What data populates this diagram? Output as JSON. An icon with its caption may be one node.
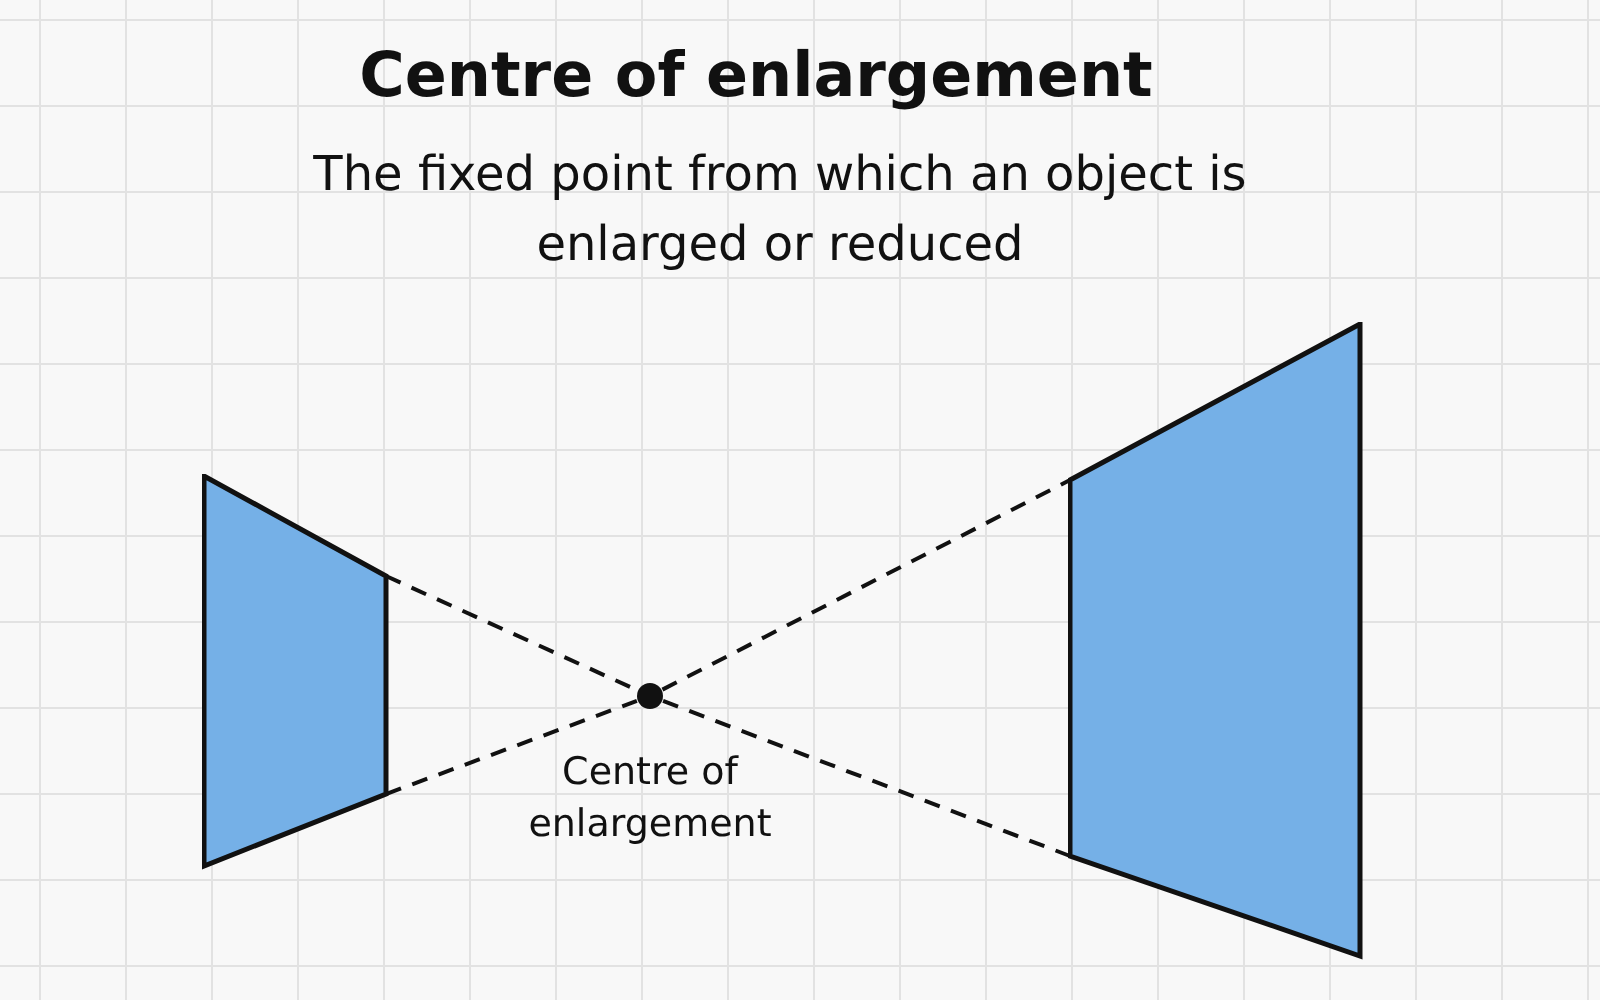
{
  "diagram": {
    "title": "Centre of enlargement",
    "nodes": [
      {
        "text": [],
        "shape": "box"
      },
      {
        "text": [],
        "shape": "circle",
        "beside": [
          "Centre of enlargement"
        ]
      },
      {
        "text": [],
        "shape": "box"
      }
    ],
    "edges": [
      {
        "from": 0,
        "to": 1,
        "arrow": "none",
        "style": "dashed"
      },
      {
        "from": 1,
        "to": 2,
        "arrow": "none",
        "style": "dashed"
      },
      {
        "from": 0,
        "to": 1,
        "arrow": "none",
        "style": "dashed"
      },
      {
        "from": 1,
        "to": 2,
        "arrow": "none",
        "style": "dashed"
      }
    ],
    "labels": [
      "The fixed point from which an object is enlarged or reduced"
    ]
  }
}
